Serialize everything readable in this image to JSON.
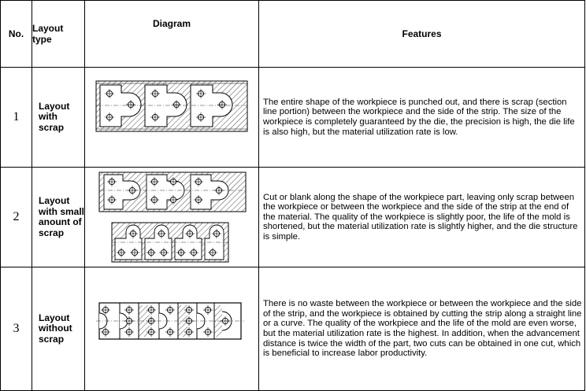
{
  "header": {
    "no": "No.",
    "layout_type": "Layout type",
    "diagram": "Diagram",
    "features": "Features"
  },
  "rows": [
    {
      "no": "1",
      "type": "Layout with scrap",
      "features": "The entire shape of the workpiece is punched out, and there is scrap (section line portion) between the workpiece and the side of the strip. The size of the workpiece is completely guaranteed by the die, the precision is high, the die life is also high, but the material utilization rate is low."
    },
    {
      "no": "2",
      "type": "Layout with small anount of scrap",
      "features": "Cut or blank along the shape of the workpiece part, leaving only scrap between the workpiece or between the workpiece and the side of the strip at the end of the material. The quality of the workpiece is slightly poor, the life of the mold is shortened, but the material utilization rate is slightly higher, and the die structure is simple."
    },
    {
      "no": "3",
      "type": "Layout without scrap",
      "features": "There is no waste between the workpiece or between the workpiece and the side of the strip, and the workpiece is obtained by cutting the strip along a straight line or a curve. The quality of the workpiece and the life of the mold are even worse, but the material utilization rate is the highest. In addition, when the advancement distance is twice the width of the part, two cuts can be obtained in one cut, which is beneficial to increase labor productivity."
    }
  ]
}
